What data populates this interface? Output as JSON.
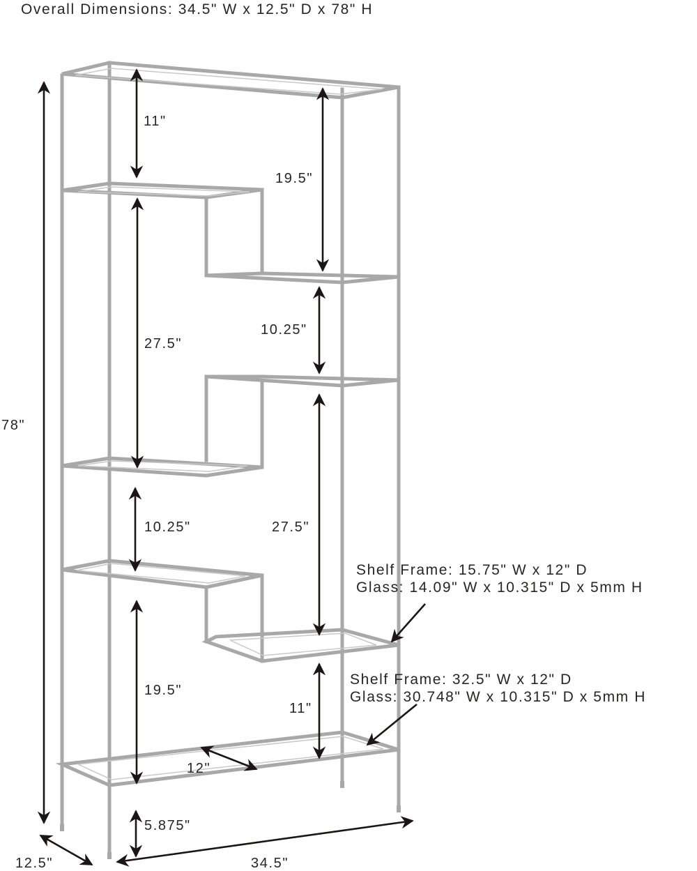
{
  "overall": {
    "text": "Overall Dimensions: 34.5\" W x 12.5\" D x 78\" H"
  },
  "dimensions": {
    "top_left_gap": "11\"",
    "top_right_gap": "19.5\"",
    "right_upper_gap": "10.25\"",
    "left_tall_gap": "27.5\"",
    "right_tall_gap": "27.5\"",
    "left_lower_gap": "10.25\"",
    "left_bottom_gap": "19.5\"",
    "right_bottom_gap": "11\"",
    "shelf_depth": "12\"",
    "leg_height": "5.875\"",
    "total_height": "78\"",
    "total_depth": "12.5\"",
    "total_width": "34.5\""
  },
  "notes": {
    "small_shelf_frame": "Shelf Frame: 15.75\" W x 12\" D",
    "small_shelf_glass": "Glass: 14.09\" W x 10.315\" D x 5mm H",
    "large_shelf_frame": "Shelf Frame: 32.5\" W x 12\" D",
    "large_shelf_glass": "Glass: 30.748\" W x 10.315\" D x 5mm H"
  },
  "colors": {
    "frame": "#a8a8a8",
    "text": "#2b2424",
    "arrows": "#1d1414"
  }
}
